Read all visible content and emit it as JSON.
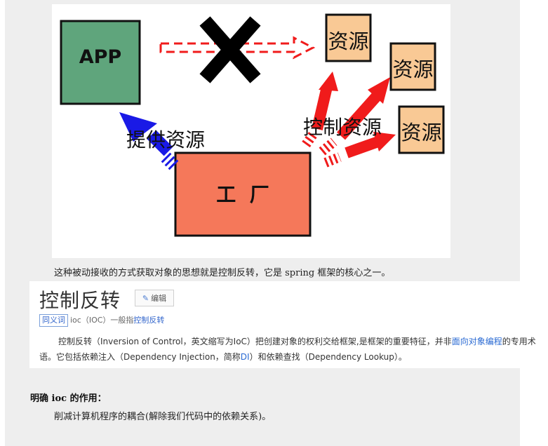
{
  "diagram": {
    "app_label": "APP",
    "factory_label": "工  厂",
    "provide_label": "提供资源",
    "control_label": "控制资源",
    "resource_label": "资源",
    "colors": {
      "app": "#5fa57c",
      "factory": "#f5785a",
      "resource": "#f9c995",
      "red_arrow": "#f01b1b",
      "blue_arrow": "#1a1ae6"
    }
  },
  "caption": "这种被动接收的方式获取对象的思想就是控制反转，它是 spring 框架的核心之一。",
  "card": {
    "title": "控制反转",
    "edit_label": "编辑",
    "synonym_tag": "同义词",
    "synonym_prefix": "ioc（IOC）一般指",
    "synonym_link": "控制反转",
    "def_part1": "控制反转（Inversion of Control，英文缩写为IoC）把创建对象的权利交给框架,是框架的重要特征，并非",
    "def_link1": "面向对象编程",
    "def_part2": "的专用术语。它包括依赖注入（Dependency Injection，简称",
    "def_link2": "DI",
    "def_part3": "）和依赖查找（Dependency Lookup）。"
  },
  "role": {
    "heading": "明确 ioc 的作用：",
    "text": "削减计算机程序的耦合(解除我们代码中的依赖关系)。"
  }
}
